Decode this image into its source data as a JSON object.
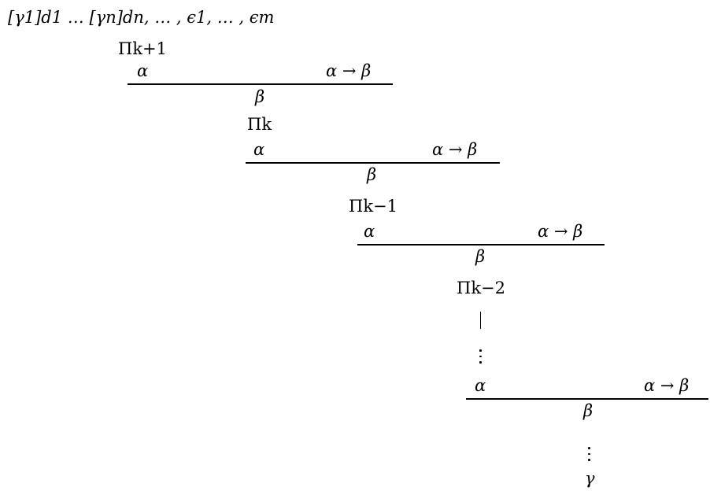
{
  "assumptions": "[γ1]d1 … [γn]dn, … , ϵ1, … , ϵm",
  "steps": [
    {
      "pi": "Πk+1",
      "left": "α",
      "right": "α → β",
      "concl": "β"
    },
    {
      "pi": "Πk",
      "left": "α",
      "right": "α → β",
      "concl": "β"
    },
    {
      "pi": "Πk−1",
      "left": "α",
      "right": "α → β",
      "concl": "β"
    },
    {
      "pi": "Πk−2"
    }
  ],
  "final_step": {
    "left": "α",
    "right": "α → β",
    "concl": "β"
  },
  "goal": "γ"
}
